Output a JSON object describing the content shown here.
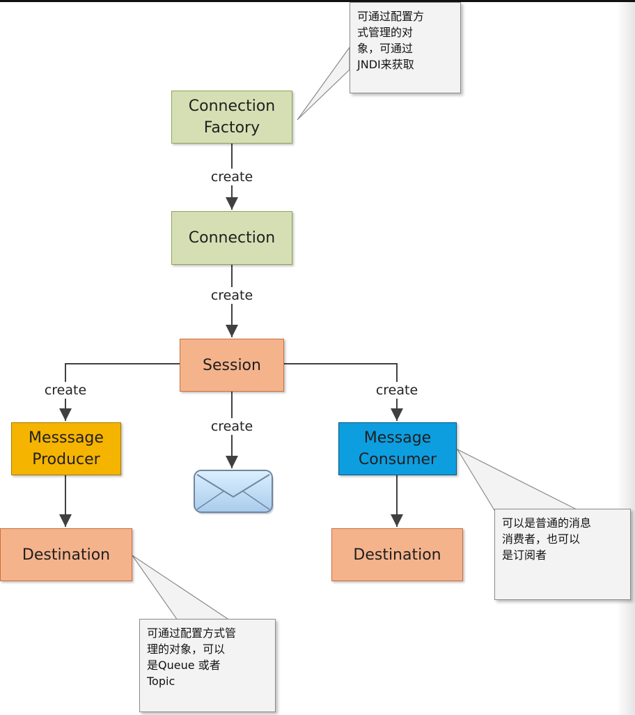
{
  "nodes": {
    "connection_factory": "Connection\nFactory",
    "connection": "Connection",
    "session": "Session",
    "message_producer": "Messsage\nProducer",
    "message_consumer": "Message\nConsumer",
    "destination_left": "Destination",
    "destination_right": "Destination"
  },
  "edge_labels": {
    "factory_to_connection": "create",
    "connection_to_session": "create",
    "session_to_producer": "create",
    "session_to_message": "create",
    "session_to_consumer": "create"
  },
  "callouts": {
    "factory_note": "可通过配置方\n式管理的对\n象，可通过\nJNDI来获取",
    "consumer_note": "可以是普通的消息\n消费者，也可以\n是订阅者",
    "destination_note": "可通过配置方式管\n理的对象，可以\n是Queue 或者\nTopic"
  },
  "icons": {
    "message": "envelope-icon"
  },
  "colors": {
    "green_fill": "#d6dfb4",
    "orange_fill": "#f5b38c",
    "producer_fill": "#f5b400",
    "consumer_fill": "#0d9ee0",
    "callout_fill": "#f3f3f3"
  }
}
